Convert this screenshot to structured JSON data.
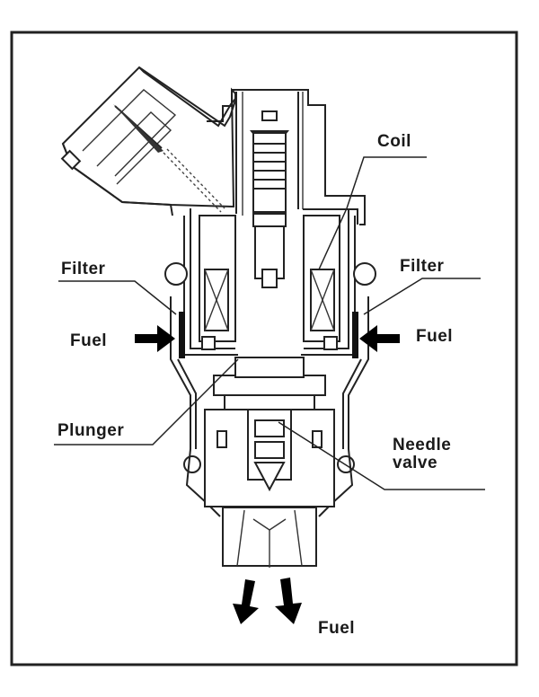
{
  "diagram": {
    "subject": "Fuel injector cross-section",
    "labels": {
      "coil": "Coil",
      "filter_left": "Filter",
      "filter_right": "Filter",
      "fuel_left": "Fuel",
      "fuel_right": "Fuel",
      "plunger": "Plunger",
      "needle_valve": "Needle\nvalve",
      "fuel_out": "Fuel"
    },
    "colors": {
      "line": "#222222",
      "background": "#ffffff",
      "arrow": "#000000"
    },
    "arrows": [
      {
        "id": "fuel-in-left",
        "direction": "right"
      },
      {
        "id": "fuel-in-right",
        "direction": "left"
      },
      {
        "id": "fuel-out-left",
        "direction": "down"
      },
      {
        "id": "fuel-out-right",
        "direction": "down"
      }
    ]
  }
}
